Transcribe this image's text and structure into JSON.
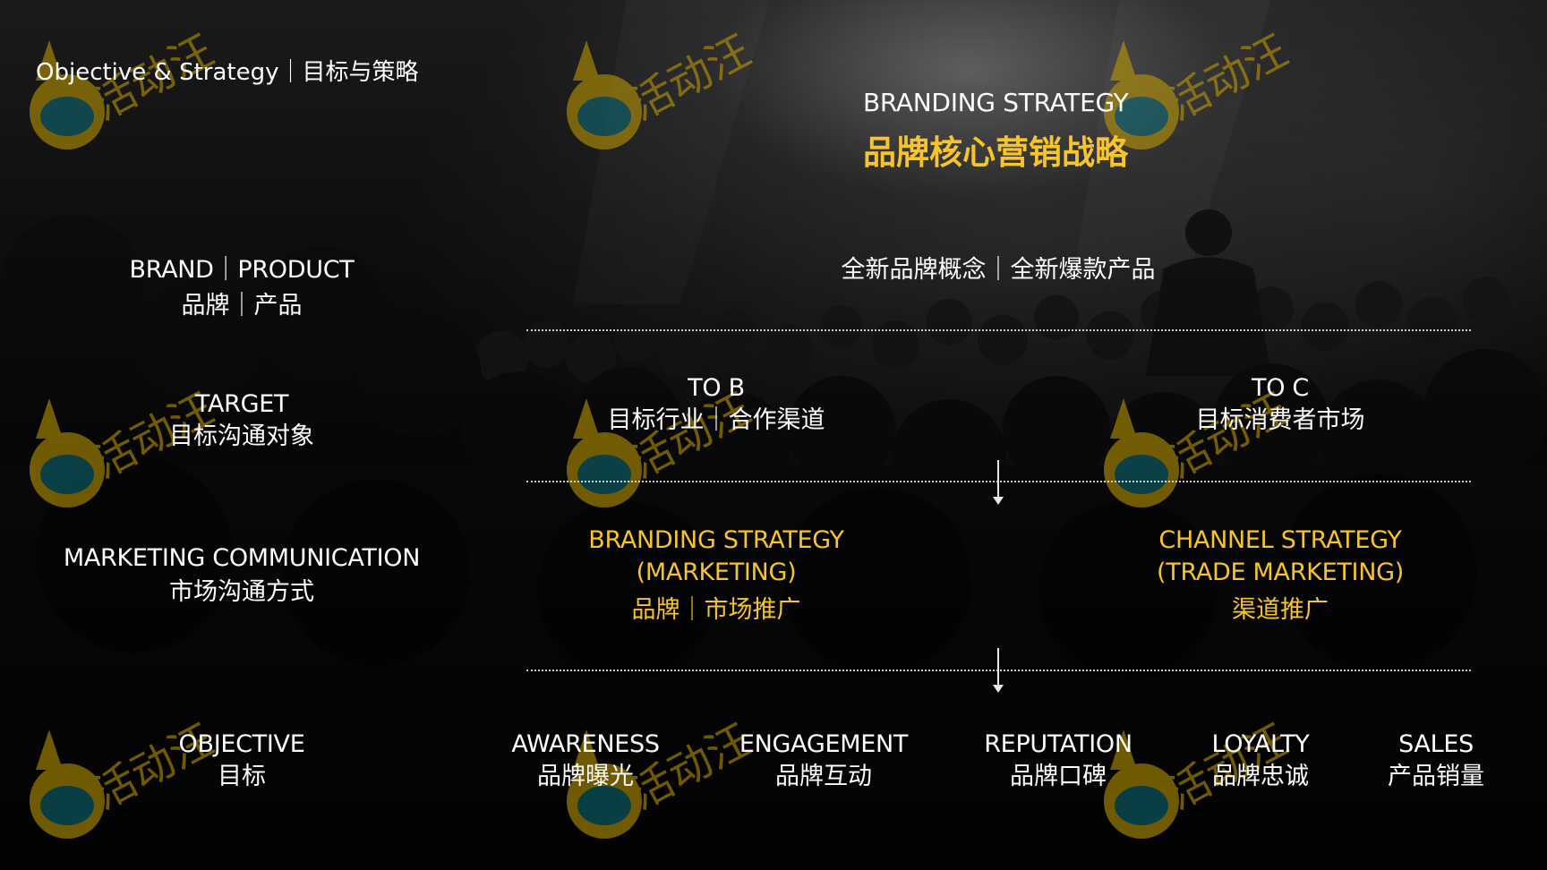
{
  "slide": {
    "header": "Objective & Strategy｜目标与策略",
    "branding": {
      "en": "BRANDING STRATEGY",
      "zh": "品牌核心营销战略"
    },
    "brand_product": {
      "label_en": "BRAND｜PRODUCT",
      "label_zh": "品牌｜产品",
      "value": "全新品牌概念｜全新爆款产品"
    },
    "target": {
      "label_en": "TARGET",
      "label_zh": "目标沟通对象",
      "to_b_en": "TO B",
      "to_b_zh": "目标行业｜合作渠道",
      "to_c_en": "TO C",
      "to_c_zh": "目标消费者市场"
    },
    "marketing": {
      "label_en": "MARKETING COMMUNICATION",
      "label_zh": "市场沟通方式",
      "left_line1": "BRANDING STRATEGY",
      "left_line2": "(MARKETING)",
      "left_zh": "品牌｜市场推广",
      "right_line1": "CHANNEL STRATEGY",
      "right_line2": "(TRADE MARKETING)",
      "right_zh": "渠道推广"
    },
    "objective": {
      "label_en": "OBJECTIVE",
      "label_zh": "目标",
      "items": [
        {
          "en": "AWARENESS",
          "zh": "品牌曝光"
        },
        {
          "en": "ENGAGEMENT",
          "zh": "品牌互动"
        },
        {
          "en": "REPUTATION",
          "zh": "品牌口碑"
        },
        {
          "en": "LOYALTY",
          "zh": "品牌忠诚"
        },
        {
          "en": "SALES",
          "zh": "产品销量"
        }
      ]
    },
    "watermark_text": "活动汪"
  },
  "colors": {
    "accent_yellow": "#f7c52b",
    "text_white": "#ffffff",
    "background": "#000000"
  },
  "icons": {
    "watermark": "dog-mascot-logo"
  }
}
